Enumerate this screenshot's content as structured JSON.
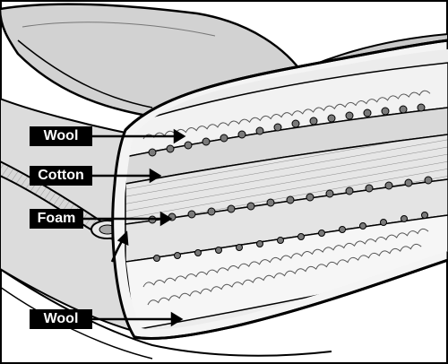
{
  "labels": {
    "wool_top": "Wool",
    "cotton": "Cotton",
    "foam": "Foam",
    "wool_bottom": "Wool"
  }
}
